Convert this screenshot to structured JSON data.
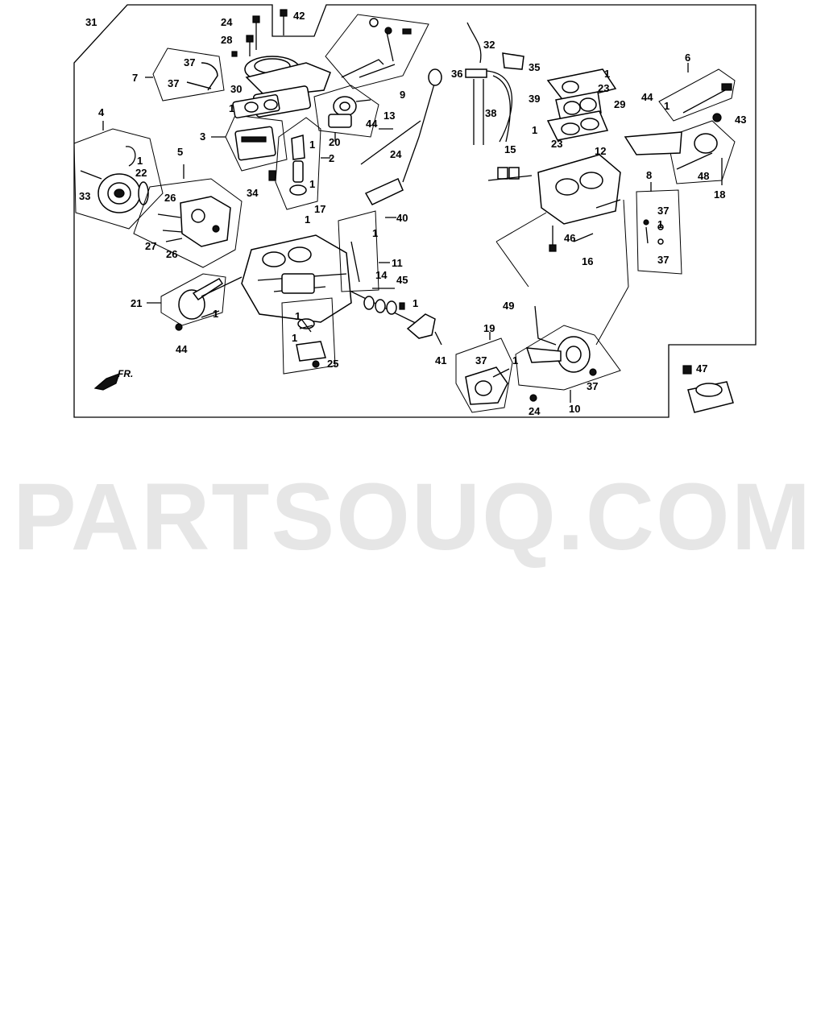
{
  "diagram": {
    "callouts": {
      "c24a": "24",
      "c42": "42",
      "c28": "28",
      "c31": "31",
      "c37a": "37",
      "c7": "7",
      "c37b": "37",
      "c30": "30",
      "c1a": "1",
      "c4": "4",
      "c3": "3",
      "c1b": "1",
      "c2": "2",
      "c1c": "1",
      "c20": "20",
      "c44a": "44",
      "c9": "9",
      "c13": "13",
      "c24b": "24",
      "c5": "5",
      "c1d": "1",
      "c22": "22",
      "c33": "33",
      "c34": "34",
      "c26a": "26",
      "c17": "17",
      "c1e": "1",
      "c27": "27",
      "c26b": "26",
      "c40": "40",
      "c1f": "1",
      "c11": "11",
      "c14": "14",
      "c45": "45",
      "c21": "21",
      "c1g": "1",
      "c1h": "1",
      "c1i": "1",
      "c1j": "1",
      "c44b": "44",
      "c41": "41",
      "c25": "25",
      "c32": "32",
      "c35": "35",
      "c36": "36",
      "c1k": "1",
      "c23a": "23",
      "c39": "39",
      "c29": "29",
      "c38": "38",
      "c1l": "1",
      "c23b": "23",
      "c6": "6",
      "c44c": "44",
      "c1m": "1",
      "c43": "43",
      "c12": "12",
      "c15": "15",
      "c8": "8",
      "c48": "48",
      "c18": "18",
      "c37c": "37",
      "c1n": "1",
      "c37d": "37",
      "c46": "46",
      "c16": "16",
      "c49": "49",
      "c19": "19",
      "c37e": "37",
      "c1o": "1",
      "c37f": "37",
      "c24c": "24",
      "c10": "10",
      "c47": "47"
    },
    "fr_label": "FR."
  },
  "watermark": "PARTSOUQ.COM"
}
